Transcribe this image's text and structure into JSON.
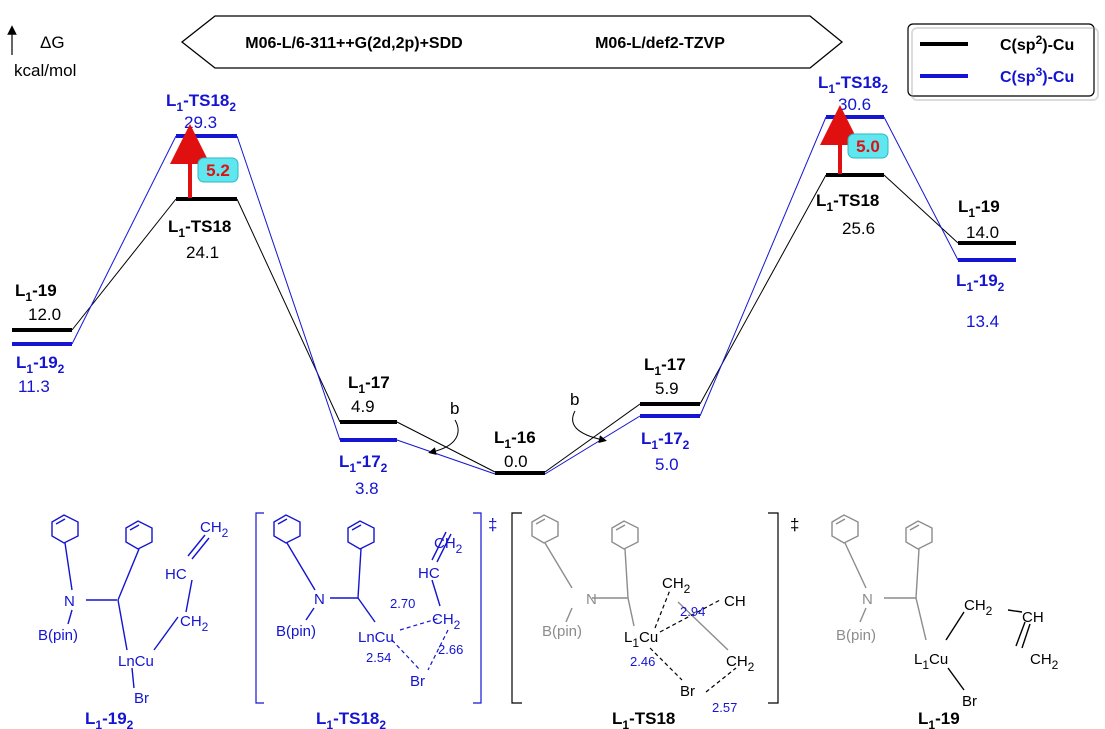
{
  "axis": {
    "delta_g": "ΔG",
    "unit": "kcal/mol"
  },
  "methods": {
    "left": "M06-L/6-311++G(2d,2p)+SDD",
    "right": "M06-L/def2-TZVP"
  },
  "legend": {
    "sp2": {
      "text": "C(sp",
      "sup": "2",
      "tail": ")-Cu",
      "color": "#000000"
    },
    "sp3": {
      "text": "C(sp",
      "sup": "3",
      "tail": ")-Cu",
      "color": "#1414d2"
    }
  },
  "colors": {
    "black": "#000000",
    "blue": "#1414d2",
    "red": "#e01010",
    "cyan_box": "#5fe6ee",
    "gray": "#8c8c8c"
  },
  "left_profile": {
    "L1_19": {
      "pre": "L",
      "sub": "1",
      "post": "-19",
      "value": "12.0"
    },
    "L1_19_2": {
      "pre": "L",
      "sub": "1",
      "post": "-19",
      "sub2": "2",
      "value": "11.3"
    },
    "L1_TS18": {
      "pre": "L",
      "sub": "1",
      "post": "-TS18",
      "value": "24.1"
    },
    "L1_TS18_2": {
      "pre": "L",
      "sub": "1",
      "post": "-TS18",
      "sub2": "2",
      "value": "29.3"
    },
    "L1_17": {
      "pre": "L",
      "sub": "1",
      "post": "-17",
      "value": "4.9"
    },
    "L1_17_2": {
      "pre": "L",
      "sub": "1",
      "post": "-17",
      "sub2": "2",
      "value": "3.8"
    },
    "diff": "5.2"
  },
  "center": {
    "L1_16": {
      "pre": "L",
      "sub": "1",
      "post": "-16",
      "value": "0.0"
    }
  },
  "right_profile": {
    "L1_17": {
      "pre": "L",
      "sub": "1",
      "post": "-17",
      "value": "5.9"
    },
    "L1_17_2": {
      "pre": "L",
      "sub": "1",
      "post": "-17",
      "sub2": "2",
      "value": "5.0"
    },
    "L1_TS18": {
      "pre": "L",
      "sub": "1",
      "post": "-TS18",
      "value": "25.6"
    },
    "L1_TS18_2": {
      "pre": "L",
      "sub": "1",
      "post": "-TS18",
      "sub2": "2",
      "value": "30.6"
    },
    "L1_19": {
      "pre": "L",
      "sub": "1",
      "post": "-19",
      "value": "14.0"
    },
    "L1_19_2": {
      "pre": "L",
      "sub": "1",
      "post": "-19",
      "sub2": "2",
      "value": "13.4"
    },
    "diff": "5.0"
  },
  "arrow_b": "b",
  "structures": {
    "s1": {
      "caption": {
        "pre": "L",
        "sub": "1",
        "post": "-19",
        "sub2": "2"
      },
      "atoms": {
        "n": "N",
        "bpin": "B(pin)",
        "lncu": "LnCu",
        "br": "Br",
        "hc": "HC",
        "ch2a": "CH",
        "ch2a_sub": "2",
        "ch2b": "CH",
        "ch2b_sub": "2"
      }
    },
    "s2": {
      "caption": {
        "pre": "L",
        "sub": "1",
        "post": "-TS18",
        "sub2": "2"
      },
      "atoms": {
        "n": "N",
        "bpin": "B(pin)",
        "lncu": "LnCu",
        "br": "Br",
        "hc": "HC",
        "ch2a": "CH",
        "ch2a_sub": "2",
        "ch2b": "CH",
        "ch2b_sub": "2"
      },
      "distances": [
        "2.70",
        "2.54",
        "2.66"
      ],
      "dagger": "‡"
    },
    "s3": {
      "caption": {
        "pre": "L",
        "sub": "1",
        "post": "-TS18"
      },
      "atoms": {
        "n": "N",
        "bpin": "B(pin)",
        "cu_pre": "L",
        "cu_sub": "1",
        "cu_post": "Cu",
        "br": "Br",
        "ch2a": "CH",
        "ch2a_sub": "2",
        "ch": "CH",
        "ch2b": "CH",
        "ch2b_sub": "2"
      },
      "distances": [
        "2.94",
        "2.46",
        "2.57"
      ],
      "dagger": "‡"
    },
    "s4": {
      "caption": {
        "pre": "L",
        "sub": "1",
        "post": "-19"
      },
      "atoms": {
        "n": "N",
        "bpin": "B(pin)",
        "cu_pre": "L",
        "cu_sub": "1",
        "cu_post": "Cu",
        "br": "Br",
        "ch2a": "CH",
        "ch2a_sub": "2",
        "ch": "CH",
        "ch2b": "CH",
        "ch2b_sub": "2"
      }
    }
  }
}
